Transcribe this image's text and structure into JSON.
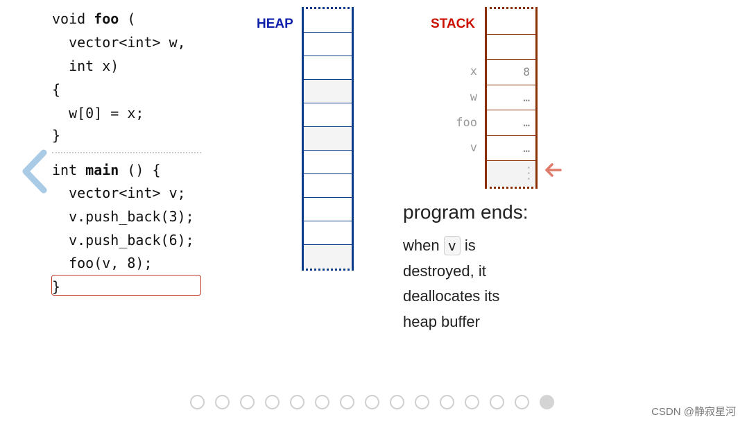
{
  "code": {
    "lines": [
      [
        "void ",
        "foo",
        " ("
      ],
      [
        "  vector<int> w,",
        "",
        ""
      ],
      [
        "  int x)",
        "",
        ""
      ],
      [
        "{",
        "",
        ""
      ],
      [
        "  w[0] = x;",
        "",
        ""
      ],
      [
        "}",
        "",
        ""
      ],
      [
        "int ",
        "main",
        " () {"
      ],
      [
        "  vector<int> v;",
        "",
        ""
      ],
      [
        "  v.push_back(3);",
        "",
        ""
      ],
      [
        "  v.push_back(6);",
        "",
        ""
      ],
      [
        "  foo(v, 8);",
        "",
        ""
      ],
      [
        "}",
        "",
        ""
      ]
    ],
    "current_line": 11
  },
  "heap": {
    "title": "HEAP",
    "cell_count": 11,
    "shaded_cells": [
      3,
      5,
      10
    ]
  },
  "stack": {
    "title": "STACK",
    "frames": [
      {
        "label": "",
        "value": ""
      },
      {
        "label": "",
        "value": ""
      },
      {
        "label": "x",
        "value": "8"
      },
      {
        "label": "w",
        "value": "…"
      },
      {
        "label": "foo",
        "value": "…"
      },
      {
        "label": "v",
        "value": "…"
      },
      {
        "label": "",
        "value": ""
      }
    ]
  },
  "description": {
    "title": "program ends:",
    "text_before": "when",
    "code": "v",
    "text_after_1": "is",
    "text_after_2": "destroyed, it",
    "text_after_3": "deallocates its",
    "text_after_4": "heap buffer"
  },
  "pagination": {
    "total": 15,
    "current": 15
  },
  "watermark": "CSDN @静寂星河",
  "colors": {
    "heap": "#0b3c8c",
    "stack": "#8b2e00",
    "heap_title": "#1122aa",
    "stack_title": "#cc1100",
    "nav_arrow": "#a9cbe6",
    "pointer_arrow": "#e07a6b",
    "current_line_box": "#c0392b"
  }
}
